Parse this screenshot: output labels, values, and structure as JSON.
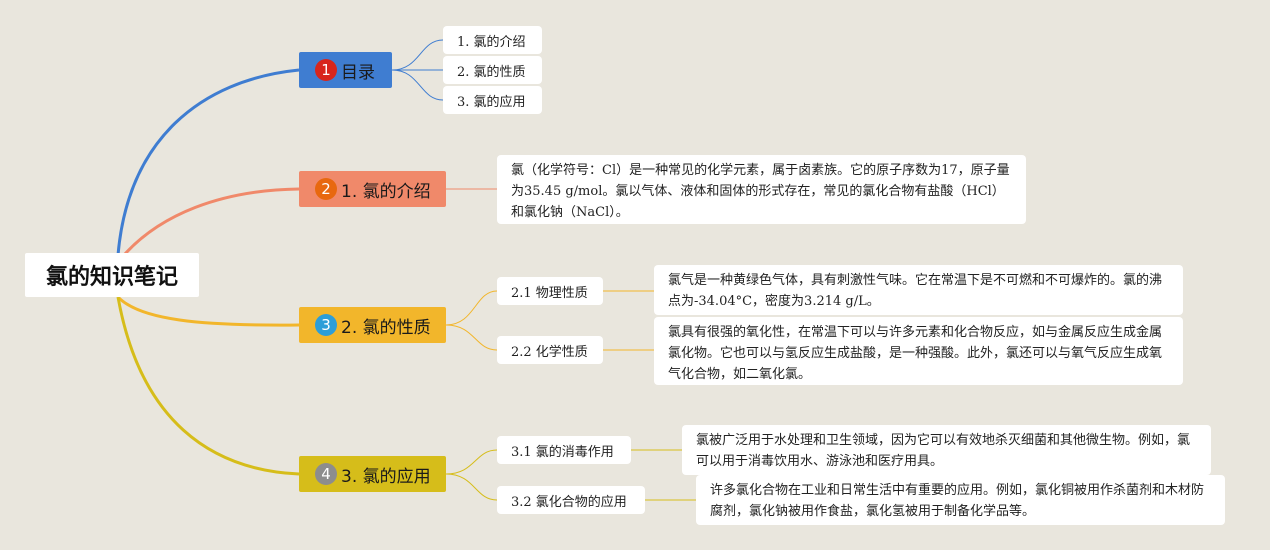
{
  "root": {
    "title": "氯的知识笔记"
  },
  "branches": [
    {
      "badge": "1",
      "label": "目录",
      "color": "#3f7dd1",
      "badge_color": "#d8261c"
    },
    {
      "badge": "2",
      "label": "1. 氯的介绍",
      "color": "#f0896a",
      "badge_color": "#e8680f"
    },
    {
      "badge": "3",
      "label": "2. 氯的性质",
      "color": "#f2b62b",
      "badge_color": "#2d9ed8"
    },
    {
      "badge": "4",
      "label": "3. 氯的应用",
      "color": "#d6bd1a",
      "badge_color": "#8d8d8d"
    }
  ],
  "toc": [
    "1. 氯的介绍",
    "2. 氯的性质",
    "3. 氯的应用"
  ],
  "intro": {
    "text": "氯（化学符号：Cl）是一种常见的化学元素，属于卤素族。它的原子序数为17，原子量为35.45 g/mol。氯以气体、液体和固体的形式存在，常见的氯化合物有盐酸（HCl）和氯化钠（NaCl）。"
  },
  "properties": {
    "items": [
      {
        "label": "2.1 物理性质",
        "text": "氯气是一种黄绿色气体，具有刺激性气味。它在常温下是不可燃和不可爆炸的。氯的沸点为-34.04°C，密度为3.214 g/L。"
      },
      {
        "label": "2.2 化学性质",
        "text": "氯具有很强的氧化性，在常温下可以与许多元素和化合物反应，如与金属反应生成金属氯化物。它也可以与氢反应生成盐酸，是一种强酸。此外，氯还可以与氧气反应生成氧气化合物，如二氧化氯。"
      }
    ]
  },
  "applications": {
    "items": [
      {
        "label": "3.1 氯的消毒作用",
        "text": "氯被广泛用于水处理和卫生领域，因为它可以有效地杀灭细菌和其他微生物。例如，氯可以用于消毒饮用水、游泳池和医疗用具。"
      },
      {
        "label": "3.2 氯化合物的应用",
        "text": "许多氯化合物在工业和日常生活中有重要的应用。例如，氯化铜被用作杀菌剂和木材防腐剂，氯化钠被用作食盐，氯化氢被用于制备化学品等。"
      }
    ]
  }
}
